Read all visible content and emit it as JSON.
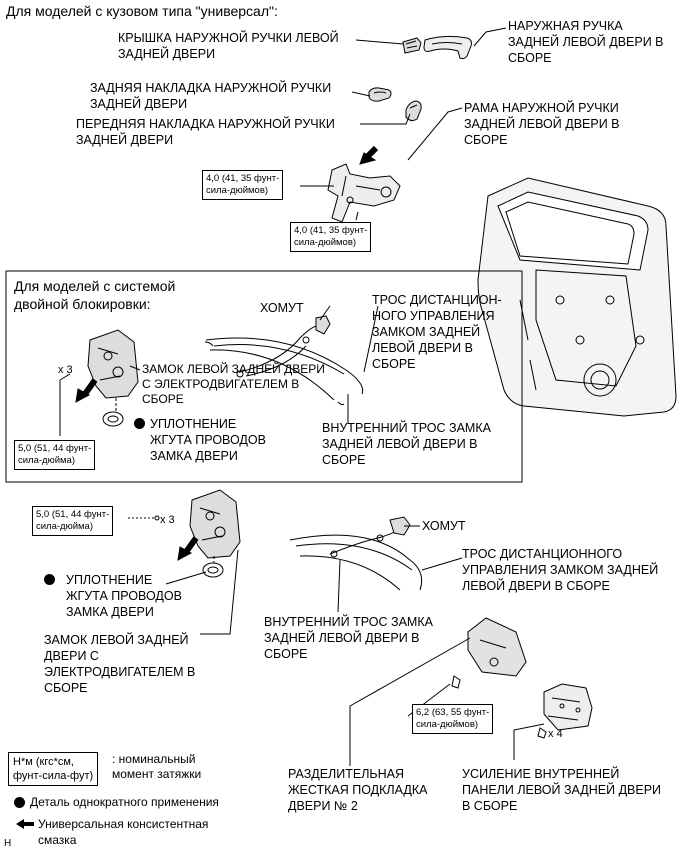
{
  "section_wagon": "Для моделей с кузовом типа \"универсал\":",
  "section_double_lock": [
    "Для моделей с системой",
    "двойной блокировки:"
  ],
  "labels": {
    "cover_left_handle": [
      "КРЫШКА НАРУЖНОЙ РУЧКИ ЛЕВОЙ",
      "ЗАДНЕЙ ДВЕРИ"
    ],
    "outer_handle_assy": [
      "НАРУЖНАЯ РУЧКА",
      "ЗАДНЕЙ ЛЕВОЙ ДВЕРИ В",
      "СБОРЕ"
    ],
    "rear_pad": [
      "ЗАДНЯЯ НАКЛАДКА НАРУЖНОЙ РУЧКИ",
      "ЗАДНЕЙ ДВЕРИ"
    ],
    "front_pad": [
      "ПЕРЕДНЯЯ НАКЛАДКА НАРУЖНОЙ РУЧКИ",
      "ЗАДНЕЙ ДВЕРИ"
    ],
    "handle_frame": [
      "РАМА НАРУЖНОЙ РУЧКИ",
      "ЗАДНЕЙ ЛЕВОЙ ДВЕРИ В",
      "СБОРЕ"
    ],
    "clamp_1": "ХОМУТ",
    "remote_cable_1": [
      "ТРОС ДИСТАНЦИОН-",
      "НОГО УПРАВЛЕНИЯ",
      "ЗАМКОМ ЗАДНЕЙ",
      "ЛЕВОЙ ДВЕРИ В",
      "СБОРЕ"
    ],
    "lock_motor_1": [
      "ЗАМОК ЛЕВОЙ ЗАДНЕЙ ДВЕРИ",
      "С ЭЛЕКТРОДВИГАТЕЛЕМ В",
      "СБОРЕ"
    ],
    "seal_1": [
      "УПЛОТНЕНИЕ",
      "ЖГУТА ПРОВОДОВ",
      "ЗАМКА ДВЕРИ"
    ],
    "inner_cable_1": [
      "ВНУТРЕННИЙ ТРОС ЗАМКА",
      "ЗАДНЕЙ ЛЕВОЙ ДВЕРИ В",
      "СБОРЕ"
    ],
    "clamp_2": "ХОМУТ",
    "remote_cable_2": [
      "ТРОС ДИСТАНЦИОННОГО",
      "УПРАВЛЕНИЯ ЗАМКОМ ЗАДНЕЙ",
      "ЛЕВОЙ ДВЕРИ В СБОРЕ"
    ],
    "seal_2": [
      "УПЛОТНЕНИЕ",
      "ЖГУТА ПРОВОДОВ",
      "ЗАМКА ДВЕРИ"
    ],
    "lock_motor_2": [
      "ЗАМОК ЛЕВОЙ ЗАДНЕЙ",
      "ДВЕРИ С",
      "ЭЛЕКТРОДВИГАТЕЛЕМ В",
      "СБОРЕ"
    ],
    "inner_cable_2": [
      "ВНУТРЕННИЙ ТРОС ЗАМКА",
      "ЗАДНЕЙ ЛЕВОЙ ДВЕРИ В",
      "СБОРЕ"
    ],
    "pad_no2": [
      "РАЗДЕЛИТЕЛЬНАЯ",
      "ЖЕСТКАЯ ПОДКЛАДКА",
      "ДВЕРИ № 2"
    ],
    "panel_reinforce": [
      "УСИЛЕНИЕ ВНУТРЕННЕЙ",
      "ПАНЕЛИ ЛЕВОЙ ЗАДНЕЙ ДВЕРИ",
      "В СБОРЕ"
    ]
  },
  "torques": {
    "frame_a": [
      "4,0 (41, 35 фунт-",
      "сила-дюймов)"
    ],
    "frame_b": [
      "4,0 (41, 35 фунт-",
      "сила-дюймов)"
    ],
    "lock_1": [
      "5,0 (51, 44 фунт-",
      "сила-дюйма)"
    ],
    "lock_2": [
      "5,0 (51, 44 фунт-",
      "сила-дюйма)"
    ],
    "pad": [
      "6,2 (63, 55 фунт-",
      "сила-дюймов)"
    ]
  },
  "counts": {
    "lock_1": "x 3",
    "lock_2": "x 3",
    "reinforce": "x 4"
  },
  "legend": {
    "unit_box": [
      "Н*м (кгс*см,",
      "фунт-сила-фут)"
    ],
    "unit_desc": [
      ": номинальный",
      "момент затяжки"
    ],
    "single_use": "Деталь однократного применения",
    "grease": [
      "Универсальная консистентная",
      "смазка"
    ]
  },
  "figure_code": "H"
}
